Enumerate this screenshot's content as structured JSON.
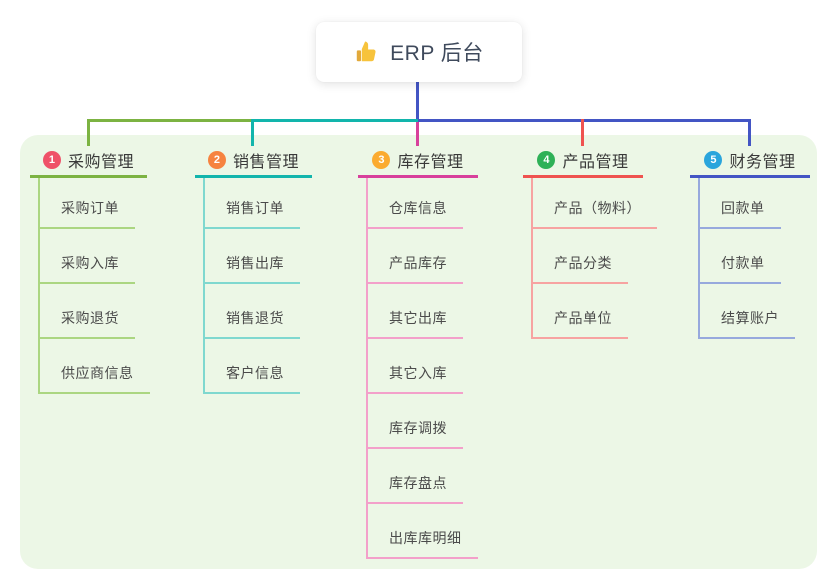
{
  "root": {
    "title": "ERP 后台",
    "icon": "thumbs-up-icon"
  },
  "connector": {
    "root_line_color": "#4355c4"
  },
  "canvas": {
    "page_bg": "#ffffff",
    "panel_bg": "#ecf7e6"
  },
  "branches": [
    {
      "index": "1",
      "label": "采购管理",
      "badge_color": "#ef5168",
      "line_color": "#7cb342",
      "child_line_color": "#abd681",
      "children": [
        "采购订单",
        "采购入库",
        "采购退货",
        "供应商信息"
      ]
    },
    {
      "index": "2",
      "label": "销售管理",
      "badge_color": "#f6833f",
      "line_color": "#12b5ac",
      "child_line_color": "#7fd8cf",
      "children": [
        "销售订单",
        "销售出库",
        "销售退货",
        "客户信息"
      ]
    },
    {
      "index": "3",
      "label": "库存管理",
      "badge_color": "#fbab30",
      "line_color": "#d8409c",
      "child_line_color": "#f3a0ca",
      "children": [
        "仓库信息",
        "产品库存",
        "其它出库",
        "其它入库",
        "库存调拨",
        "库存盘点",
        "出库库明细"
      ]
    },
    {
      "index": "4",
      "label": "产品管理",
      "badge_color": "#2eb157",
      "line_color": "#ef5350",
      "child_line_color": "#f7a3a1",
      "children": [
        "产品（物料）",
        "产品分类",
        "产品单位"
      ]
    },
    {
      "index": "5",
      "label": "财务管理",
      "badge_color": "#2aa5dc",
      "line_color": "#4355c4",
      "child_line_color": "#97a9dd",
      "children": [
        "回款单",
        "付款单",
        "结算账户"
      ]
    }
  ]
}
